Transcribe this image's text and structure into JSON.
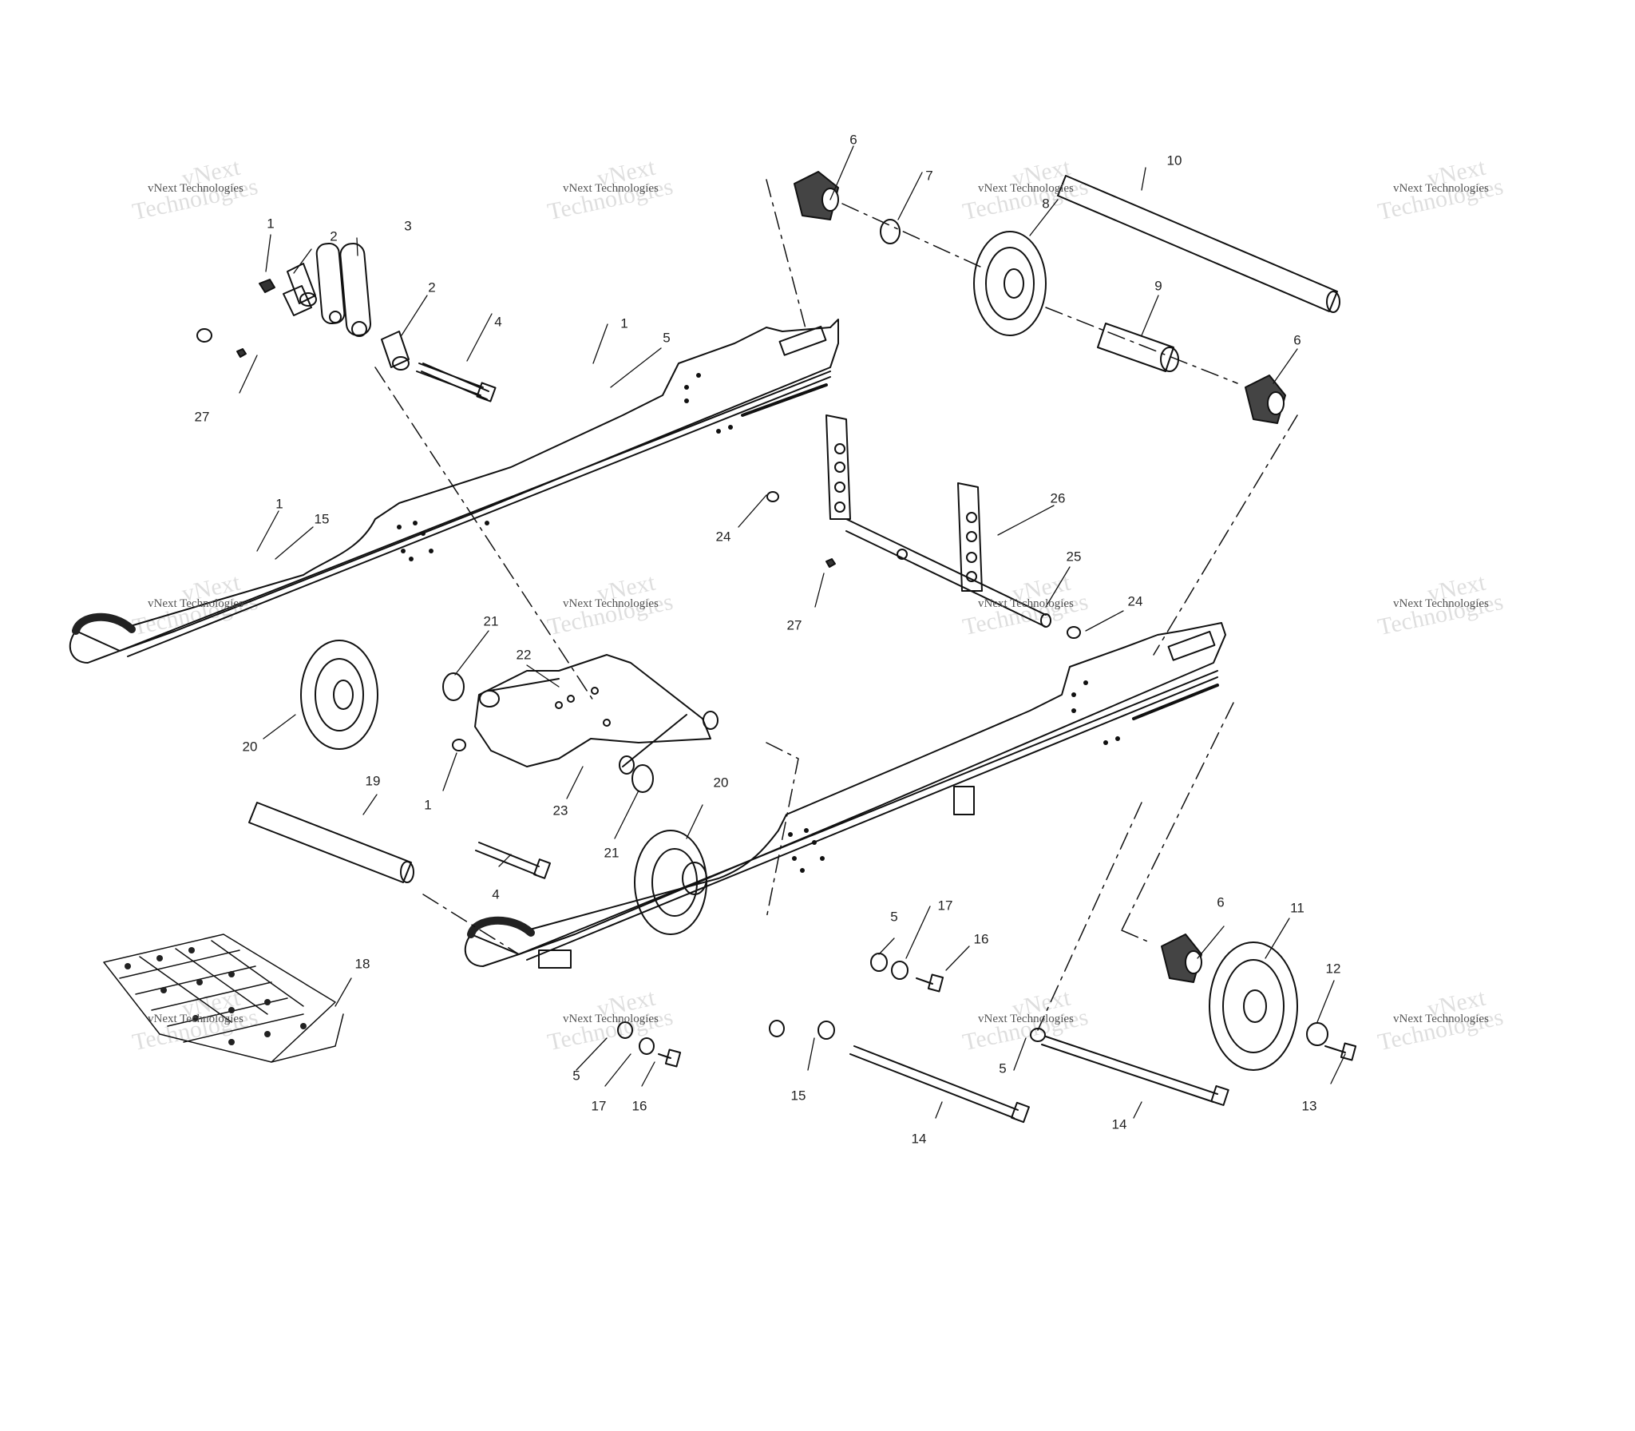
{
  "watermark": {
    "line1": "vNext",
    "line2": "Technologies",
    "small": "vNext Technologies"
  },
  "callouts": [
    "1",
    "2",
    "3",
    "2",
    "4",
    "1",
    "5",
    "27",
    "6",
    "7",
    "8",
    "10",
    "9",
    "6",
    "1",
    "15",
    "24",
    "26",
    "27",
    "25",
    "24",
    "21",
    "22",
    "20",
    "1",
    "23",
    "21",
    "20",
    "19",
    "4",
    "18",
    "5",
    "17",
    "16",
    "6",
    "11",
    "12",
    "5",
    "17",
    "16",
    "15",
    "14",
    "5",
    "14",
    "13"
  ]
}
